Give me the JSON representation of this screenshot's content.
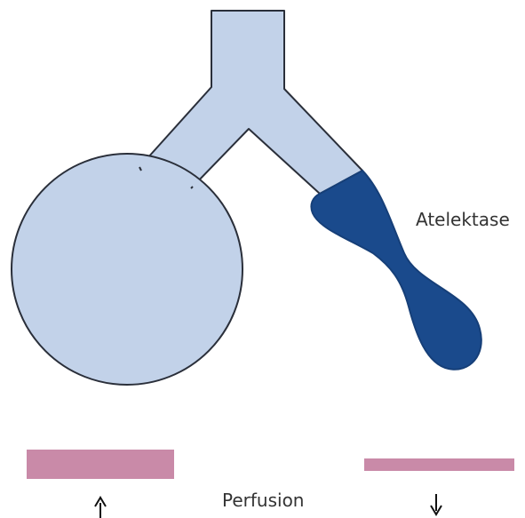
{
  "labels": {
    "atelectasis": "Atelektase",
    "perfusion": "Perfusion"
  },
  "colors": {
    "airway_fill": "#c2d2e9",
    "airway_outline": "#2a2f3a",
    "atelectasis_fill": "#1a4a8c",
    "perfusion_bar": "#c98aa8",
    "arrow": "#111111"
  },
  "perfusion": {
    "left_direction": "up",
    "right_direction": "down"
  }
}
